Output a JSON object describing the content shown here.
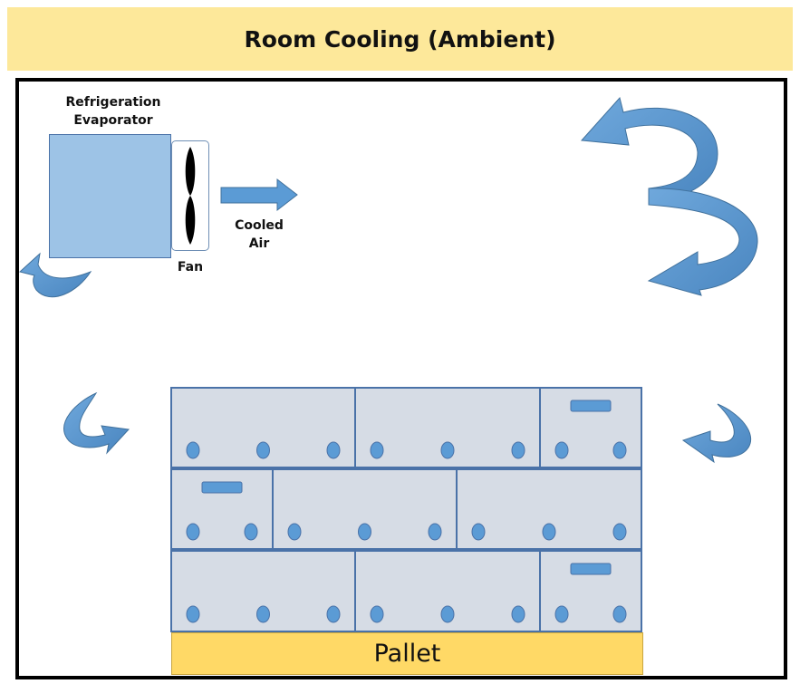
{
  "title": "Room Cooling (Ambient)",
  "evaporator": {
    "label_line1": "Refrigeration",
    "label_line2": "Evaporator"
  },
  "fan": {
    "label": "Fan"
  },
  "airflow": {
    "label_line1": "Cooled",
    "label_line2": "Air"
  },
  "pallet": {
    "label": "Pallet"
  },
  "colors": {
    "title_bg": "#fde89a",
    "evaporator": "#9dc3e6",
    "arrow": "#5b9bd5",
    "arrow_dark": "#41719c",
    "box_fill": "#d6dce5",
    "box_stroke": "#4a72a8",
    "pallet": "#ffd966"
  },
  "icons": [
    "fan-blade-icon",
    "curved-arrow-icon",
    "straight-arrow-icon"
  ]
}
